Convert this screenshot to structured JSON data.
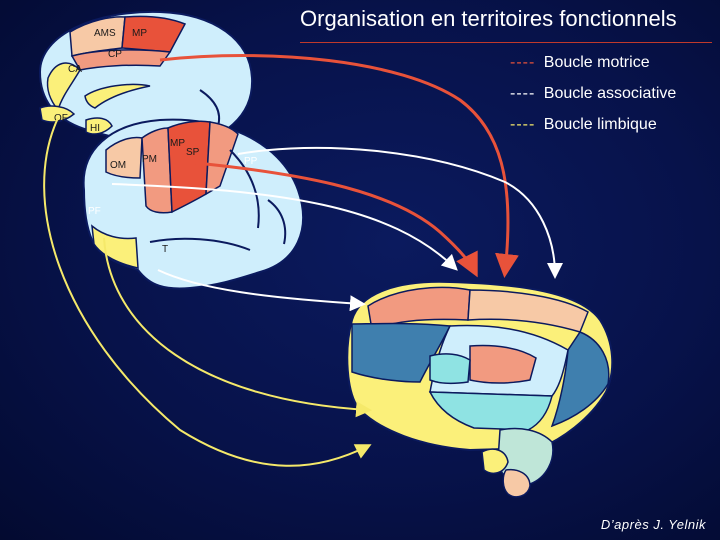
{
  "title": "Organisation en territoires fonctionnels",
  "legend": [
    {
      "dash": "----",
      "label": "Boucle motrice",
      "color": "#e8523a"
    },
    {
      "dash": "----",
      "label": "Boucle associative",
      "color": "#ffffff"
    },
    {
      "dash": "----",
      "label": "Boucle limbique",
      "color": "#f5e96a"
    }
  ],
  "medial_labels": {
    "ams": "AMS",
    "mp": "MP",
    "cp": "CP",
    "ca": "CA",
    "of": "OF"
  },
  "lateral_labels": {
    "hi": "HI",
    "mp": "MP",
    "om": "OM",
    "pm": "PM",
    "sp": "SP",
    "pp": "PP",
    "pf": "PF",
    "t": "T"
  },
  "credit": "D’après J. Yelnik",
  "colors": {
    "motor": "#e8523a",
    "associative": "#ffffff",
    "limbic": "#f5e96a",
    "cortex": "#cfeefc",
    "salmon": "#f29a80",
    "peach": "#f7c9a6",
    "yellow": "#fbf07a",
    "steel": "#3f7fae",
    "teal": "#8fe3e3"
  }
}
